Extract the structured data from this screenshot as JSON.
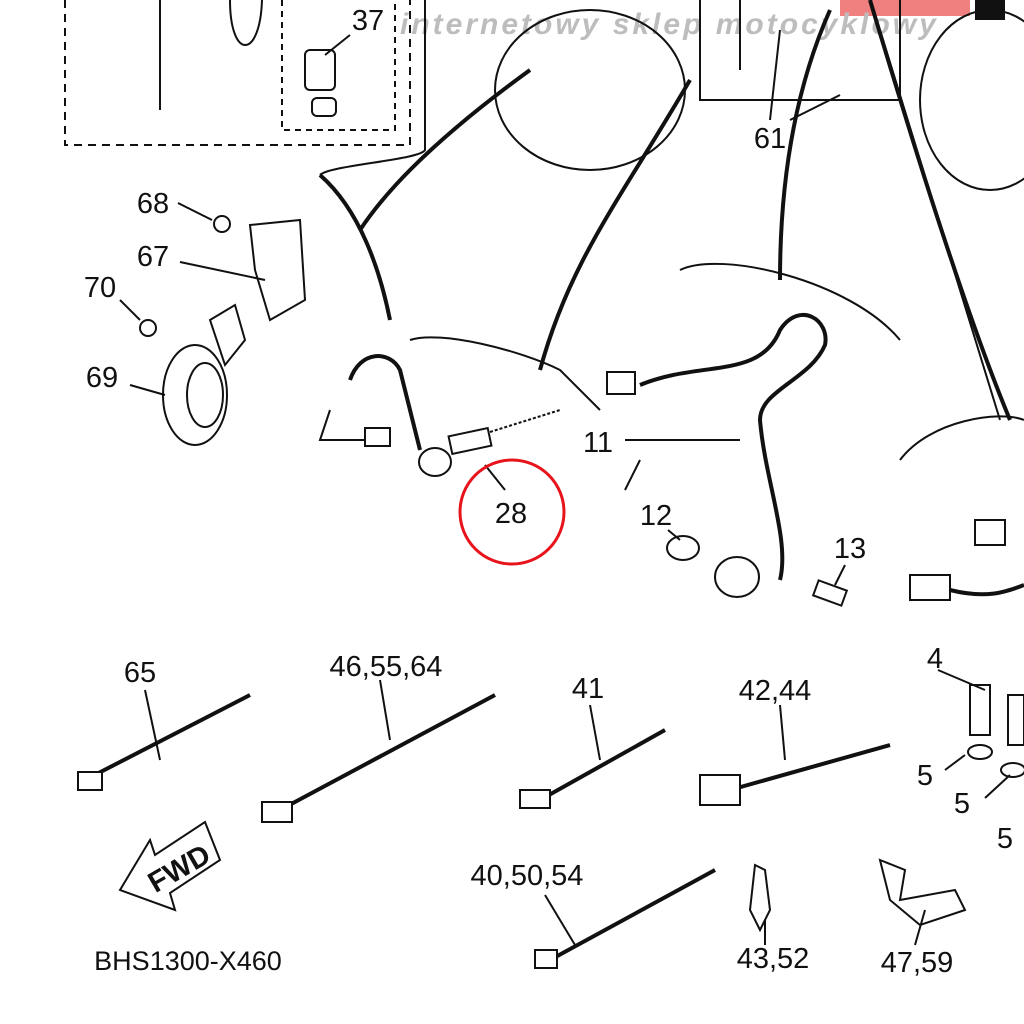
{
  "watermark": "internetowy sklep motocyklowy",
  "diagram_code": "BHS1300-X460",
  "fwd_label": "FWD",
  "highlight_color": "#e8141c",
  "highlighted_part": "28",
  "labels": {
    "p37": "37",
    "p61": "61",
    "p68": "68",
    "p67": "67",
    "p70": "70",
    "p69": "69",
    "p28": "28",
    "p11": "11",
    "p12": "12",
    "p13": "13",
    "p65": "65",
    "p46": "46,55,64",
    "p41": "41",
    "p42": "42,44",
    "p4": "4",
    "p5a": "5",
    "p5b": "5",
    "p5c": "5",
    "p40": "40,50,54",
    "p43": "43,52",
    "p47": "47,59"
  }
}
